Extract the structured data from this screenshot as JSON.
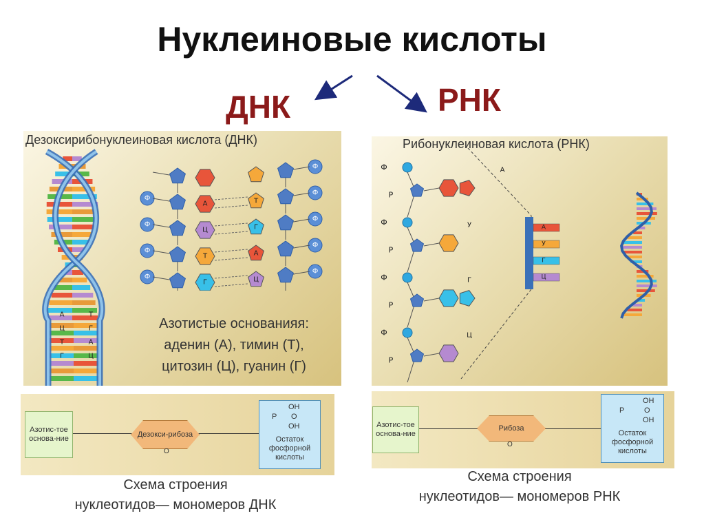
{
  "header": {
    "title": "Нуклеиновые кислоты",
    "dnk": "ДНК",
    "rnk": "РНК"
  },
  "dna_panel": {
    "caption": "Дезоксирибонуклеиновая кислота (ДНК)",
    "phosphate": "Ф",
    "helix_letters": [
      "А",
      "Т",
      "Ц",
      "Г",
      "Т",
      "А",
      "Г",
      "Ц"
    ],
    "pairs": [
      {
        "left": "",
        "right": ""
      },
      {
        "left": "А",
        "right": "Т"
      },
      {
        "left": "Ц",
        "right": "Г"
      },
      {
        "left": "Т",
        "right": "А"
      },
      {
        "left": "Г",
        "right": "Ц"
      }
    ],
    "bases_line1": "Азотистые основанияя:",
    "bases_line2": "аденин (А), тимин (Т),",
    "bases_line3": "цитозин (Ц), гуанин (Г)"
  },
  "rna_panel": {
    "caption": "Рибонуклеиновая кислота (РНК)",
    "phosphate": "Ф",
    "ribose_mark": "Р",
    "base_labels": [
      "А",
      "У",
      "Г",
      "Ц"
    ],
    "strand_letters": [
      "А",
      "У",
      "Г",
      "Ц"
    ]
  },
  "dna_scheme": {
    "base_box": "Азотис-тое основа-ние",
    "sugar": "Дезокси-рибоза",
    "o_mark": "O",
    "phosphate_box": "Остаток фосфорной кислоты",
    "formula": {
      "p": "P",
      "oh1": "OH",
      "o": "O",
      "oh2": "OH"
    },
    "caption_line1": "Схема строения",
    "caption_line2": "нуклеотидов— мономеров ДНК"
  },
  "rna_scheme": {
    "base_box": "Азотис-тое основа-ние",
    "sugar": "Рибоза",
    "o_mark": "O",
    "phosphate_box": "Остаток фосфорной кислоты",
    "formula": {
      "p": "P",
      "oh1": "OH",
      "o": "O",
      "oh2": "OH"
    },
    "caption_line1": "Схема строения",
    "caption_line2": "нуклеотидов— мономеров РНК"
  },
  "colors": {
    "title_red": "#8b1a1a",
    "arrow_blue": "#1d2a7a",
    "pentagon": "#4f7cc4",
    "adenine": "#e8553a",
    "thymine": "#f5a83a",
    "cytosine": "#b58ad0",
    "guanine": "#38c0e8"
  }
}
